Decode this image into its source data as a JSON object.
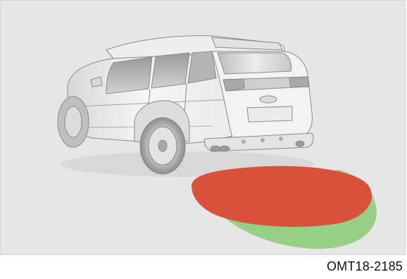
{
  "figure": {
    "code": "OMT18-2185",
    "colors": {
      "panel_background": "#e6e6e6",
      "near_zone": "#d9513b",
      "far_zone": "#97cf86",
      "vehicle_body": "#f4f4f4",
      "vehicle_lines": "#8a8a8a"
    },
    "icons": {
      "vehicle": "suv-rear-three-quarter-icon",
      "near_zone": "red-detection-zone",
      "far_zone": "green-detection-zone"
    }
  }
}
